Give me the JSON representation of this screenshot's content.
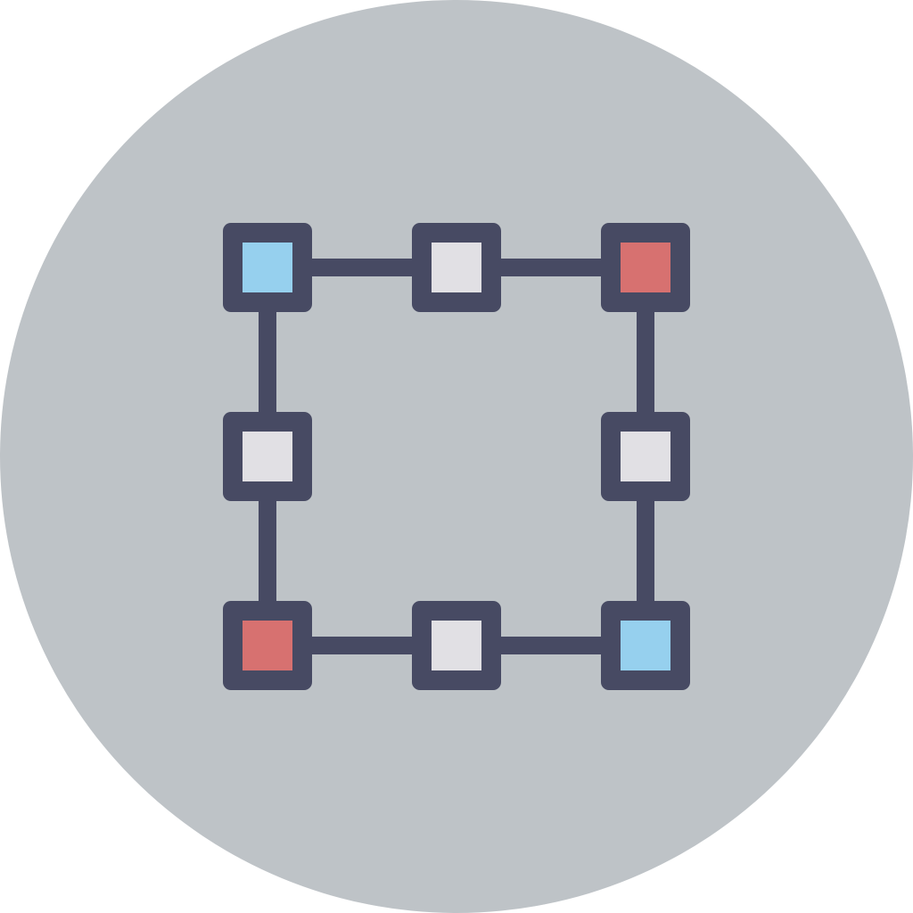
{
  "icon": {
    "name": "vector-selection-icon",
    "colors": {
      "background_circle": "#BEC3C7",
      "frame": "#474A63",
      "handle_neutral": "#E1E0E4",
      "handle_blue": "#96D0EE",
      "handle_red": "#D77170"
    },
    "handles": [
      {
        "name": "handle-top-left",
        "color": "handle_blue"
      },
      {
        "name": "handle-top-center",
        "color": "handle_neutral"
      },
      {
        "name": "handle-top-right",
        "color": "handle_red"
      },
      {
        "name": "handle-middle-left",
        "color": "handle_neutral"
      },
      {
        "name": "handle-middle-right",
        "color": "handle_neutral"
      },
      {
        "name": "handle-bottom-left",
        "color": "handle_red"
      },
      {
        "name": "handle-bottom-center",
        "color": "handle_neutral"
      },
      {
        "name": "handle-bottom-right",
        "color": "handle_blue"
      }
    ]
  }
}
